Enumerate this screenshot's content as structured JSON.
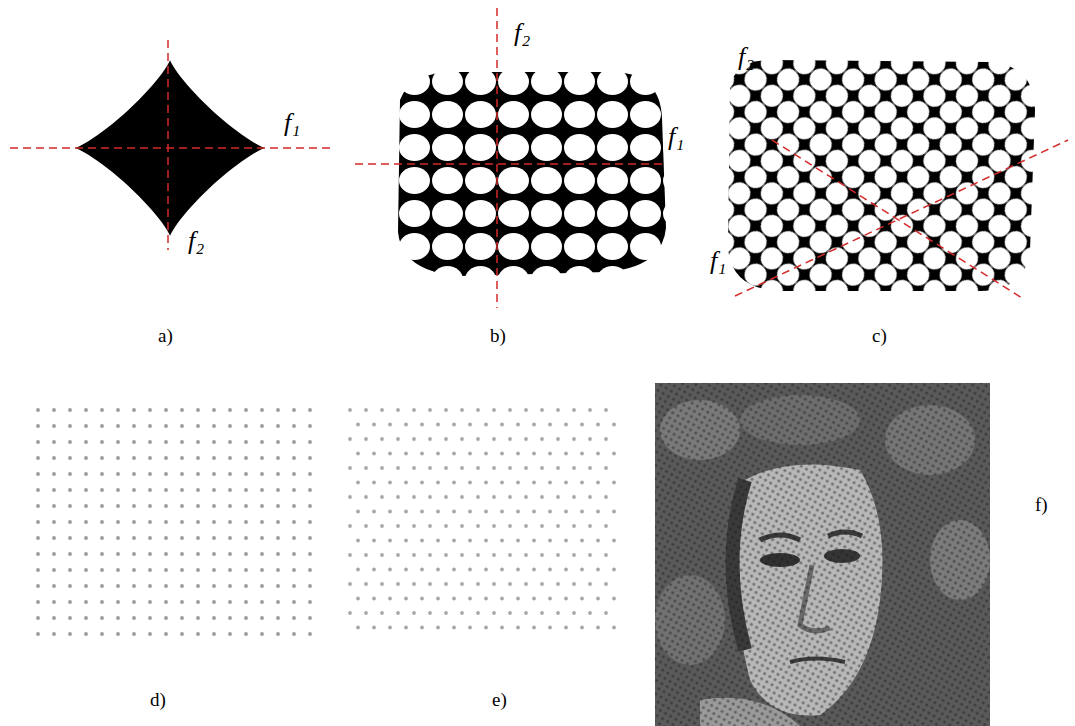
{
  "diagram": {
    "labels": [
      "f₁",
      "f₂",
      "f₂",
      "f₁",
      "f₂",
      "f₁",
      "a)",
      "b)",
      "c)",
      "d)",
      "e)",
      "f)"
    ]
  }
}
